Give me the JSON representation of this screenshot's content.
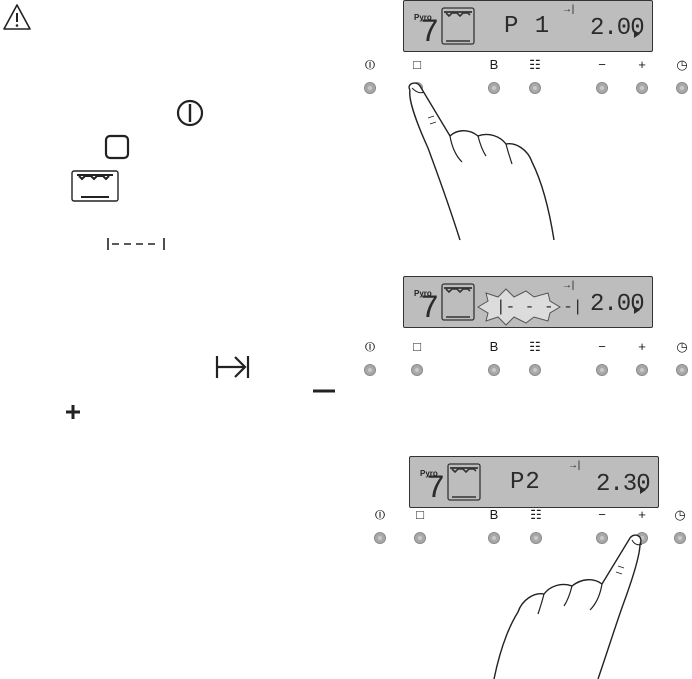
{
  "icons": {
    "warning": "warning-triangle-icon",
    "power": "power-icon",
    "square": "square-button-icon",
    "oven": "oven-icon",
    "dashes": "dashed-program-icon",
    "end_time": "end-time-icon",
    "minus": "minus-icon",
    "plus": "plus-icon"
  },
  "displays": [
    {
      "pyro": "Pyro",
      "digit": "7",
      "program": "P 1",
      "time": "2.00",
      "end_mark": "→|"
    },
    {
      "pyro": "Pyro",
      "digit": "7",
      "program": "|- - - -|",
      "time": "2.00",
      "end_mark": "→|"
    },
    {
      "pyro": "Pyro",
      "digit": "7",
      "program": "P2",
      "time": "2.30",
      "end_mark": "→|"
    }
  ],
  "buttons": {
    "power": "⏼",
    "square": "□",
    "b": "B",
    "grid": "☷",
    "minus": "−",
    "plus": "+",
    "clock": "◷"
  },
  "colors": {
    "lcd_bg": "#bdbdbd",
    "button_dot": "#a9a9a9",
    "line": "#222222"
  }
}
